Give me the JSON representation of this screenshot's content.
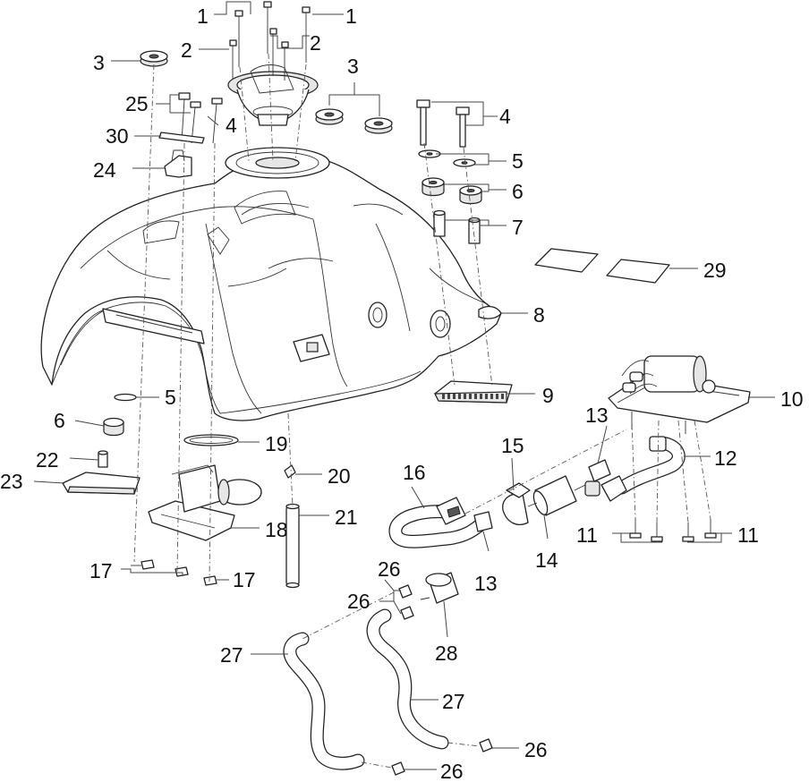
{
  "diagram": {
    "callouts": [
      {
        "id": "c1a",
        "text": "1"
      },
      {
        "id": "c1b",
        "text": "1"
      },
      {
        "id": "c2a",
        "text": "2"
      },
      {
        "id": "c2b",
        "text": "2"
      },
      {
        "id": "c3a",
        "text": "3"
      },
      {
        "id": "c3b",
        "text": "3"
      },
      {
        "id": "c25",
        "text": "25"
      },
      {
        "id": "c4a",
        "text": "4"
      },
      {
        "id": "c4b",
        "text": "4"
      },
      {
        "id": "c30",
        "text": "30"
      },
      {
        "id": "c24",
        "text": "24"
      },
      {
        "id": "c5a",
        "text": "5"
      },
      {
        "id": "c5b",
        "text": "5"
      },
      {
        "id": "c6a",
        "text": "6"
      },
      {
        "id": "c6b",
        "text": "6"
      },
      {
        "id": "c7",
        "text": "7"
      },
      {
        "id": "c29",
        "text": "29"
      },
      {
        "id": "c8",
        "text": "8"
      },
      {
        "id": "c9",
        "text": "9"
      },
      {
        "id": "c10",
        "text": "10"
      },
      {
        "id": "c13a",
        "text": "13"
      },
      {
        "id": "c13b",
        "text": "13"
      },
      {
        "id": "c15",
        "text": "15"
      },
      {
        "id": "c12",
        "text": "12"
      },
      {
        "id": "c19",
        "text": "19"
      },
      {
        "id": "c22",
        "text": "22"
      },
      {
        "id": "c23",
        "text": "23"
      },
      {
        "id": "c16",
        "text": "16"
      },
      {
        "id": "c20",
        "text": "20"
      },
      {
        "id": "c21",
        "text": "21"
      },
      {
        "id": "c18",
        "text": "18"
      },
      {
        "id": "c11a",
        "text": "11"
      },
      {
        "id": "c11b",
        "text": "11"
      },
      {
        "id": "c14",
        "text": "14"
      },
      {
        "id": "c17a",
        "text": "17"
      },
      {
        "id": "c17b",
        "text": "17"
      },
      {
        "id": "c26a",
        "text": "26"
      },
      {
        "id": "c26b",
        "text": "26"
      },
      {
        "id": "c26c",
        "text": "26"
      },
      {
        "id": "c26d",
        "text": "26"
      },
      {
        "id": "c28",
        "text": "28"
      },
      {
        "id": "c27a",
        "text": "27"
      },
      {
        "id": "c27b",
        "text": "27"
      }
    ]
  }
}
